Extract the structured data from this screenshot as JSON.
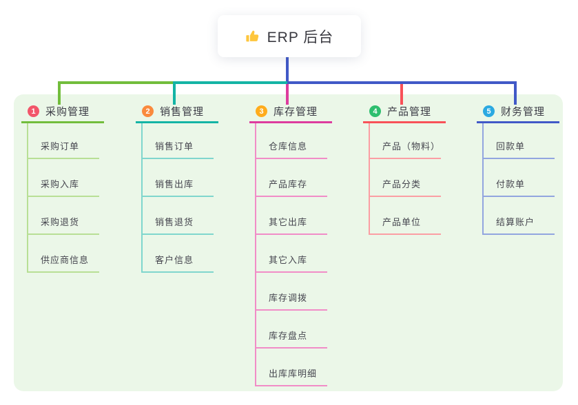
{
  "root": {
    "label": "ERP 后台",
    "icon": "thumbs-up-icon",
    "icon_color": "#FEC63D"
  },
  "panel_bg": "#EBF7E8",
  "trunk_color": "#4159C7",
  "branches": [
    {
      "number": "1",
      "label": "采购管理",
      "badge_color": "#F2566A",
      "line_color": "#72BD3C",
      "child_line_color": "#B8DF95",
      "children": [
        "采购订单",
        "采购入库",
        "采购退货",
        "供应商信息"
      ]
    },
    {
      "number": "2",
      "label": "销售管理",
      "badge_color": "#FA8A3D",
      "line_color": "#14B4A5",
      "child_line_color": "#7FD6CD",
      "children": [
        "销售订单",
        "销售出库",
        "销售退货",
        "客户信息"
      ]
    },
    {
      "number": "3",
      "label": "库存管理",
      "badge_color": "#FFAC1C",
      "line_color": "#DD3C9E",
      "child_line_color": "#F18CC7",
      "children": [
        "仓库信息",
        "产品库存",
        "其它出库",
        "其它入库",
        "库存调拨",
        "库存盘点",
        "出库库明细"
      ]
    },
    {
      "number": "4",
      "label": "产品管理",
      "badge_color": "#2EBE6E",
      "line_color": "#F85158",
      "child_line_color": "#FB9EA3",
      "children": [
        "产品（物料）",
        "产品分类",
        "产品单位"
      ]
    },
    {
      "number": "5",
      "label": "财务管理",
      "badge_color": "#2BA9E1",
      "line_color": "#4159C7",
      "child_line_color": "#92A5DF",
      "children": [
        "回款单",
        "付款单",
        "结算账户"
      ]
    }
  ]
}
